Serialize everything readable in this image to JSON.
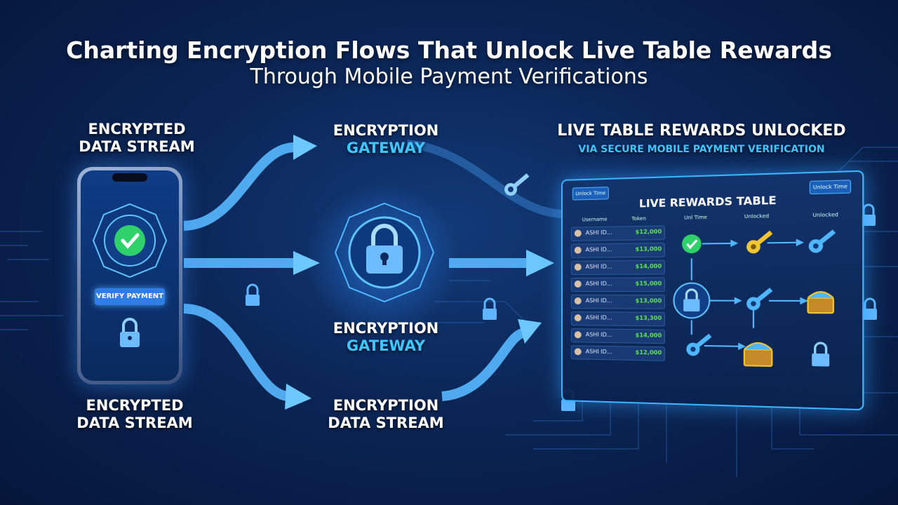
{
  "title": {
    "line1": "Charting Encryption Flows That Unlock Live Table Rewards",
    "line2": "Through Mobile Payment Verifications"
  },
  "labels": {
    "top_left": {
      "line1": "ENCRYPTED",
      "line2": "DATA STREAM"
    },
    "top_center": {
      "line1": "ENCRYPTION",
      "line2": "GATEWAY"
    },
    "middle_center": {
      "line1": "ENCRYPTION",
      "line2": "GATEWAY"
    },
    "bottom_left": {
      "line1": "ENCRYPTED",
      "line2": "DATA STREAM"
    },
    "bottom_center": {
      "line1": "ENCRYPTION",
      "line2": "DATA STREAM"
    },
    "right_heading": "LIVE TABLE REWARDS UNLOCKED",
    "right_subheading": "VIA SECURE MOBILE PAYMENT VERIFICATION"
  },
  "phone": {
    "verify_button": "VERIFY PAYMENT"
  },
  "rewards_table": {
    "title": "LIVE REWARDS TABLE",
    "left_button": "Unlock Time",
    "right_button": "Unlock Time",
    "headers": [
      "Username",
      "Token",
      "Unl Time",
      "Unlocked",
      "Unlocked"
    ],
    "rows": [
      {
        "name": "ASHI ID...",
        "value": "$12,000"
      },
      {
        "name": "ASHI ID...",
        "value": "$13,000"
      },
      {
        "name": "ASHI ID...",
        "value": "$14,000"
      },
      {
        "name": "ASHI ID...",
        "value": "$15,000"
      },
      {
        "name": "ASHI ID...",
        "value": "$13,000"
      },
      {
        "name": "ASHI ID...",
        "value": "$13,300"
      },
      {
        "name": "ASHI ID...",
        "value": "$14,000"
      },
      {
        "name": "ASHI ID...",
        "value": "$12,000"
      }
    ]
  },
  "colors": {
    "accent": "#3ec6ff",
    "background": "#0b2656",
    "success": "#2fd16b",
    "key_gold": "#f2c531",
    "key_blue": "#4fb6ff"
  },
  "icons": [
    "check-shield-icon",
    "lock-icon",
    "key-icon",
    "treasure-chest-icon",
    "arrow-icon"
  ]
}
